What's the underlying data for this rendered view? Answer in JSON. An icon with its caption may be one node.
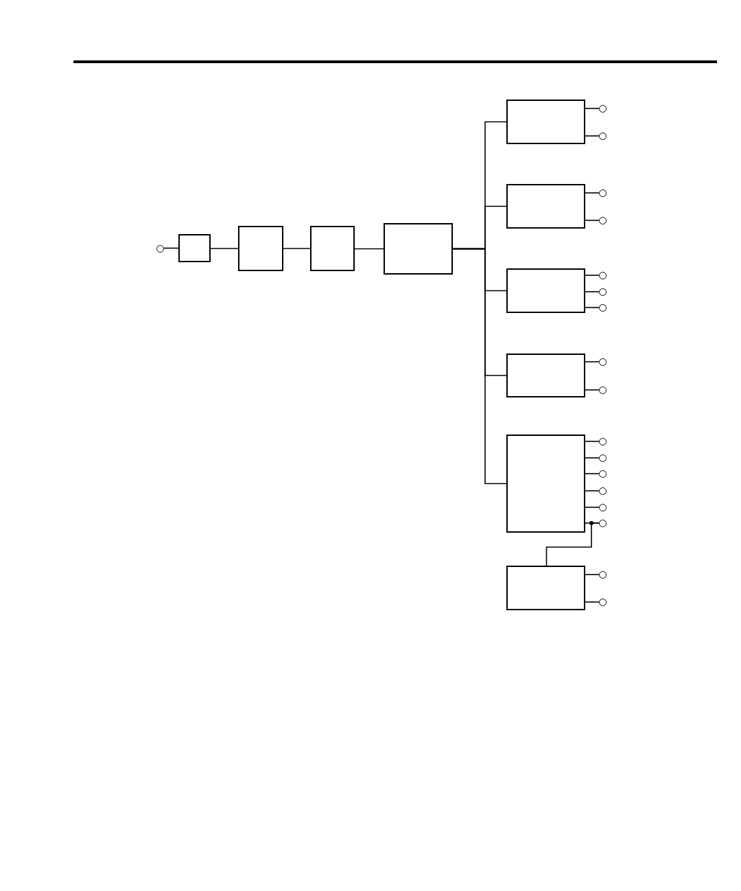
{
  "diagram": {
    "nodes": [
      {
        "text": [],
        "shape": "circle"
      },
      {
        "text": [],
        "shape": "box"
      },
      {
        "text": [],
        "shape": "box"
      },
      {
        "text": [],
        "shape": "box"
      },
      {
        "text": [],
        "shape": "box"
      },
      {
        "text": [],
        "shape": "box"
      },
      {
        "text": [],
        "shape": "circle"
      },
      {
        "text": [],
        "shape": "circle"
      },
      {
        "text": [],
        "shape": "box"
      },
      {
        "text": [],
        "shape": "circle"
      },
      {
        "text": [],
        "shape": "circle"
      },
      {
        "text": [],
        "shape": "box"
      },
      {
        "text": [],
        "shape": "circle"
      },
      {
        "text": [],
        "shape": "circle"
      },
      {
        "text": [],
        "shape": "circle"
      },
      {
        "text": [],
        "shape": "box"
      },
      {
        "text": [],
        "shape": "circle"
      },
      {
        "text": [],
        "shape": "circle"
      },
      {
        "text": [],
        "shape": "box"
      },
      {
        "text": [],
        "shape": "circle"
      },
      {
        "text": [],
        "shape": "circle"
      },
      {
        "text": [],
        "shape": "circle"
      },
      {
        "text": [],
        "shape": "circle"
      },
      {
        "text": [],
        "shape": "circle"
      },
      {
        "text": [],
        "shape": "circle"
      },
      {
        "text": [],
        "shape": "box"
      },
      {
        "text": [],
        "shape": "circle"
      },
      {
        "text": [],
        "shape": "circle"
      }
    ],
    "edges": [
      {
        "from": 0,
        "to": 1,
        "arrow": "none"
      },
      {
        "from": 1,
        "to": 2,
        "arrow": "none"
      },
      {
        "from": 2,
        "to": 3,
        "arrow": "none"
      },
      {
        "from": 3,
        "to": 4,
        "arrow": "none"
      },
      {
        "from": 4,
        "to": 5,
        "arrow": "none"
      },
      {
        "from": 4,
        "to": 8,
        "arrow": "none"
      },
      {
        "from": 4,
        "to": 11,
        "arrow": "none"
      },
      {
        "from": 4,
        "to": 15,
        "arrow": "none"
      },
      {
        "from": 4,
        "to": 18,
        "arrow": "none"
      },
      {
        "from": 5,
        "to": 6,
        "arrow": "none"
      },
      {
        "from": 5,
        "to": 7,
        "arrow": "none"
      },
      {
        "from": 8,
        "to": 9,
        "arrow": "none"
      },
      {
        "from": 8,
        "to": 10,
        "arrow": "none"
      },
      {
        "from": 11,
        "to": 12,
        "arrow": "none"
      },
      {
        "from": 11,
        "to": 13,
        "arrow": "none"
      },
      {
        "from": 11,
        "to": 14,
        "arrow": "none"
      },
      {
        "from": 15,
        "to": 16,
        "arrow": "none"
      },
      {
        "from": 15,
        "to": 17,
        "arrow": "none"
      },
      {
        "from": 18,
        "to": 19,
        "arrow": "none"
      },
      {
        "from": 18,
        "to": 20,
        "arrow": "none"
      },
      {
        "from": 18,
        "to": 21,
        "arrow": "none"
      },
      {
        "from": 18,
        "to": 22,
        "arrow": "none"
      },
      {
        "from": 18,
        "to": 23,
        "arrow": "none"
      },
      {
        "from": 18,
        "to": 24,
        "arrow": "none"
      },
      {
        "from": 25,
        "to": 24,
        "arrow": "none"
      },
      {
        "from": 25,
        "to": 26,
        "arrow": "none"
      },
      {
        "from": 25,
        "to": 27,
        "arrow": "none"
      }
    ]
  }
}
